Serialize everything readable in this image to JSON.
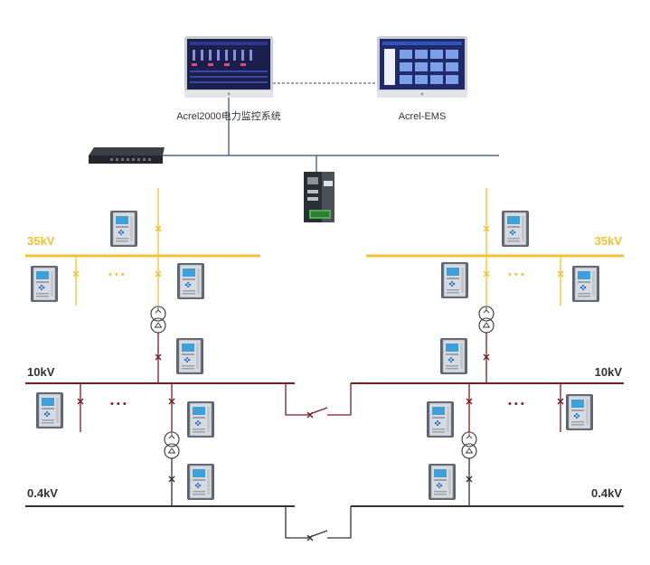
{
  "colors": {
    "hv": "#f2c230",
    "mv": "#7a1c22",
    "lv": "#333333",
    "network": "#2e4a7a",
    "relay_body": "#5d6470",
    "relay_screen": "#3ea0d8"
  },
  "systems": {
    "left_label": "Acrel2000电力监控系统",
    "right_label": "Acrel-EMS"
  },
  "buses": {
    "hv_left": "35kV",
    "hv_right": "35kV",
    "mv_left": "10kV",
    "mv_right": "10kV",
    "lv_left": "0.4kV",
    "lv_right": "0.4kV"
  },
  "ellipsis": "• • •",
  "icons": [
    "monitor-icon",
    "network-switch-icon",
    "gateway-icon",
    "relay-icon",
    "breaker-icon",
    "transformer-icon"
  ]
}
